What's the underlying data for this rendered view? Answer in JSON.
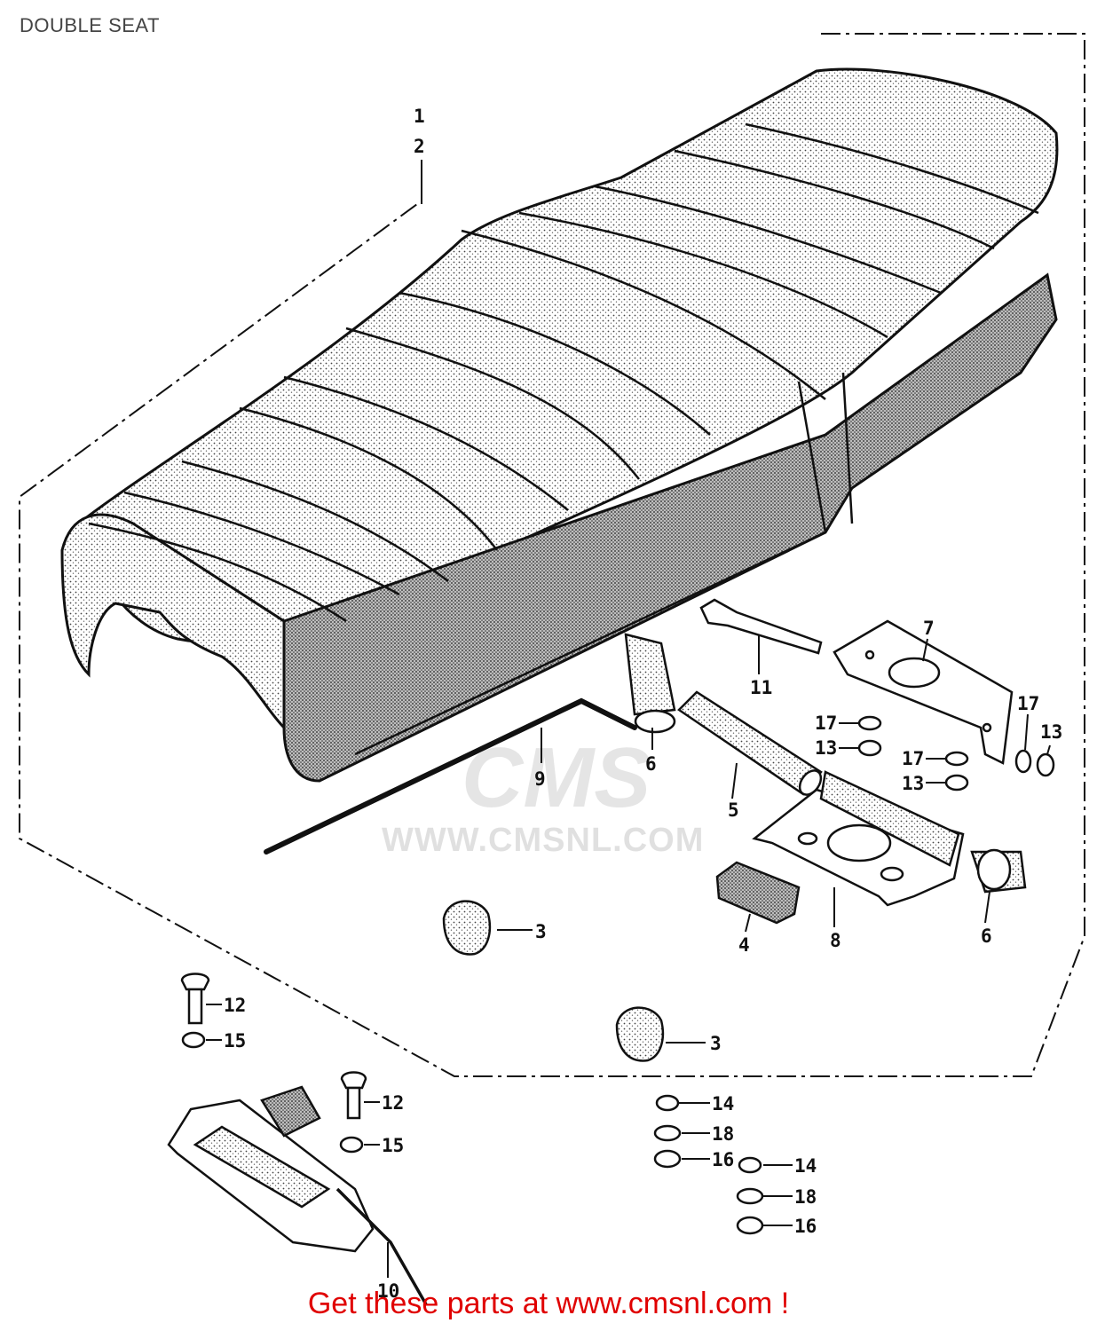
{
  "title": "DOUBLE SEAT",
  "watermark": {
    "logo": "CMS",
    "url": "WWW.CMSNL.COM"
  },
  "footer": "Get these parts at www.cmsnl.com !",
  "callouts": {
    "c1": "1",
    "c2": "2",
    "c3a": "3",
    "c3b": "3",
    "c4": "4",
    "c5": "5",
    "c6a": "6",
    "c6b": "6",
    "c7": "7",
    "c8": "8",
    "c9": "9",
    "c10": "10",
    "c11": "11",
    "c12a": "12",
    "c12b": "12",
    "c13a": "13",
    "c13b": "13",
    "c13c": "13",
    "c14a": "14",
    "c14b": "14",
    "c15a": "15",
    "c15b": "15",
    "c16a": "16",
    "c16b": "16",
    "c17a": "17",
    "c17b": "17",
    "c17c": "17",
    "c18a": "18",
    "c18b": "18"
  },
  "colors": {
    "ink": "#111111",
    "footer": "#e00000",
    "title": "#444444"
  }
}
